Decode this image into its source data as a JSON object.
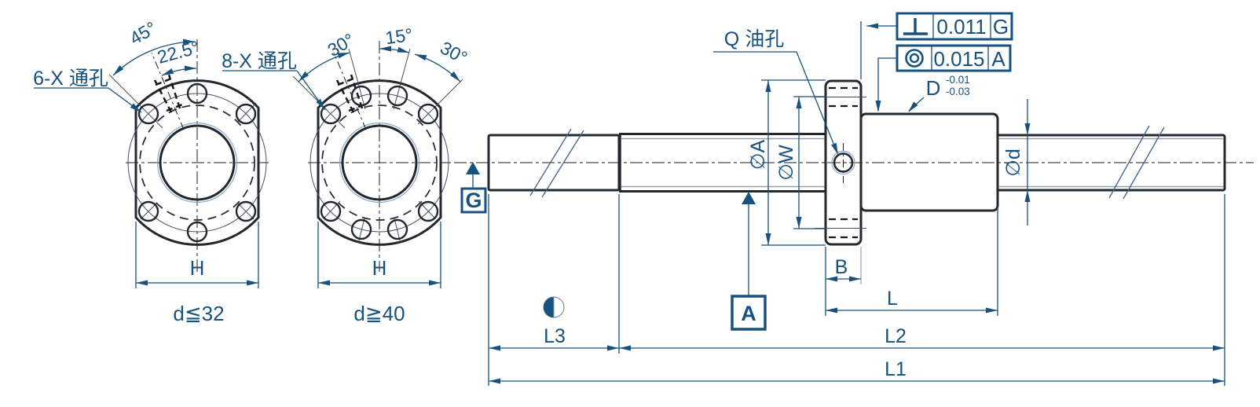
{
  "drawing": {
    "title": "ball-screw-engineering-drawing",
    "colors": {
      "dimension_line": "#17517e",
      "part_outline": "#23272e",
      "thread_line": "#99a0ad",
      "centerline": "#1f1f1f",
      "accent_ring": "#8aa7cb"
    },
    "flange_small": {
      "hole_note": "6-X 通孔",
      "angle_labels": [
        "45°",
        "22.5°"
      ],
      "width_label": "H",
      "range_label": "d≦32"
    },
    "flange_large": {
      "hole_note": "8-X 通孔",
      "angle_labels": [
        "30°",
        "15°",
        "30°"
      ],
      "width_label": "H",
      "range_label": "d≧40"
    },
    "oil_hole_label": "Q 油孔",
    "fcf": [
      {
        "symbol": "perpendicularity",
        "value": "0.011",
        "datum": "G"
      },
      {
        "symbol": "concentricity",
        "value": "0.015",
        "datum": "A"
      }
    ],
    "nut_dia": {
      "label": "D",
      "tol_upper": "-0.01",
      "tol_lower": "-0.03"
    },
    "datums": {
      "axis": "G",
      "screw": "A"
    },
    "diameters": {
      "flange_od": "∅A",
      "bolt_circle": "∅W",
      "shaft_end": "∅d"
    },
    "lengths": {
      "b": "B",
      "l": "L",
      "l1": "L1",
      "l2": "L2",
      "l3": "L3"
    }
  }
}
